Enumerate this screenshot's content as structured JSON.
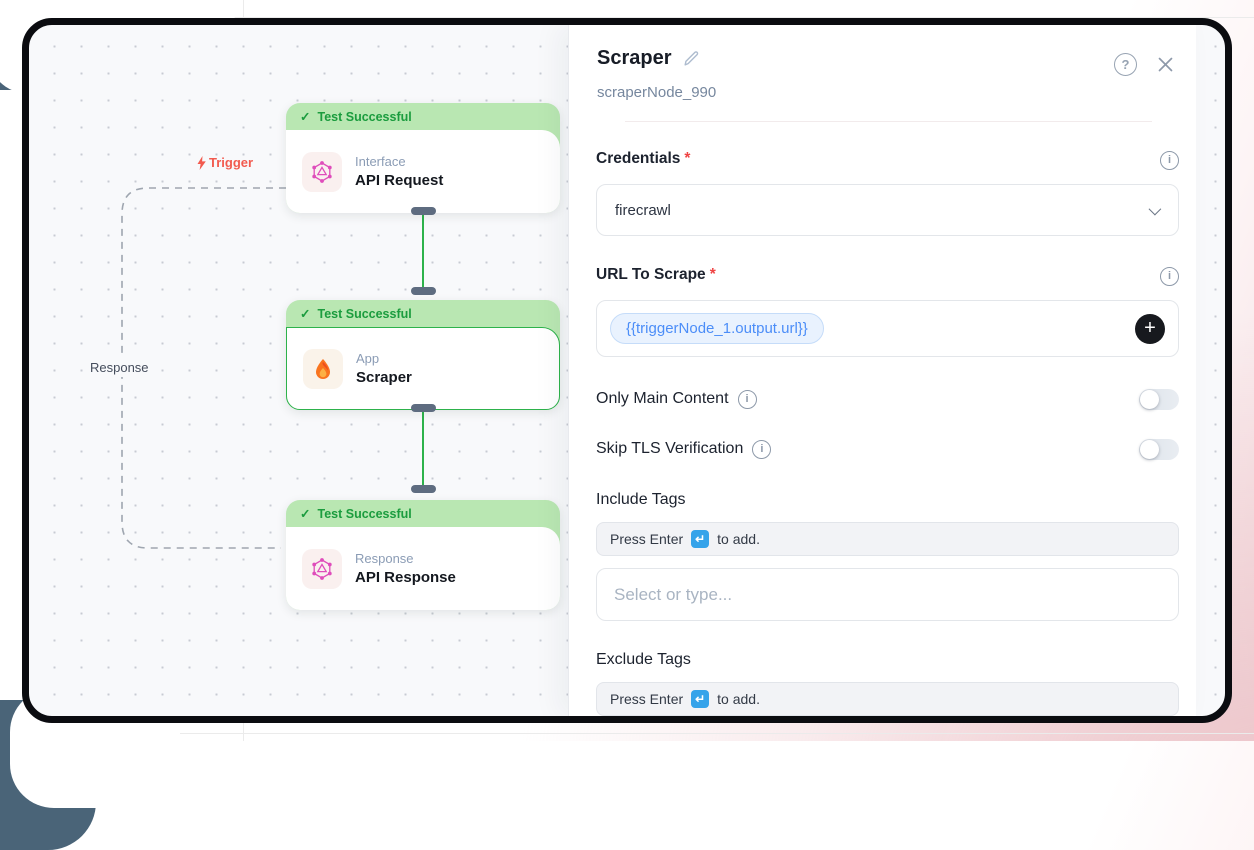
{
  "canvas": {
    "badge_check": "✓",
    "badge_text": "Test Successful",
    "trigger_label": "Trigger",
    "response_label": "Response",
    "nodes": [
      {
        "category": "Interface",
        "title": "API Request"
      },
      {
        "category": "App",
        "title": "Scraper"
      },
      {
        "category": "Response",
        "title": "API Response"
      }
    ]
  },
  "panel": {
    "title": "Scraper",
    "node_id": "scraperNode_990",
    "help_glyph": "?",
    "info_glyph": "i",
    "credentials": {
      "label": "Credentials",
      "required_mark": "*",
      "value": "firecrawl"
    },
    "url_to_scrape": {
      "label": "URL To Scrape",
      "required_mark": "*",
      "token": "{{triggerNode_1.output.url}}",
      "add_button": "+"
    },
    "only_main_content": {
      "label": "Only Main Content",
      "state": "off"
    },
    "skip_tls_verification": {
      "label": "Skip TLS Verification",
      "state": "off"
    },
    "include_tags": {
      "label": "Include Tags",
      "hint_before": "Press Enter",
      "enter_symbol": "↵",
      "hint_after": "to add.",
      "placeholder": "Select or type..."
    },
    "exclude_tags": {
      "label": "Exclude Tags",
      "hint_before": "Press Enter",
      "enter_symbol": "↵",
      "hint_after": "to add."
    }
  },
  "colors": {
    "badge_bg": "#b9e7b2",
    "badge_text": "#1b9c3e",
    "selected_node_border": "#2db24b",
    "wire_green": "#2db24b",
    "trigger_red": "#f25a4e",
    "token_blue": "#4b8df8",
    "token_bg": "#e9f2fe",
    "frame_border": "#0b0c10",
    "canvas_bg": "#f8f9fb",
    "enter_key_bg": "#35a3ea",
    "port_gray": "#5e6c80"
  }
}
